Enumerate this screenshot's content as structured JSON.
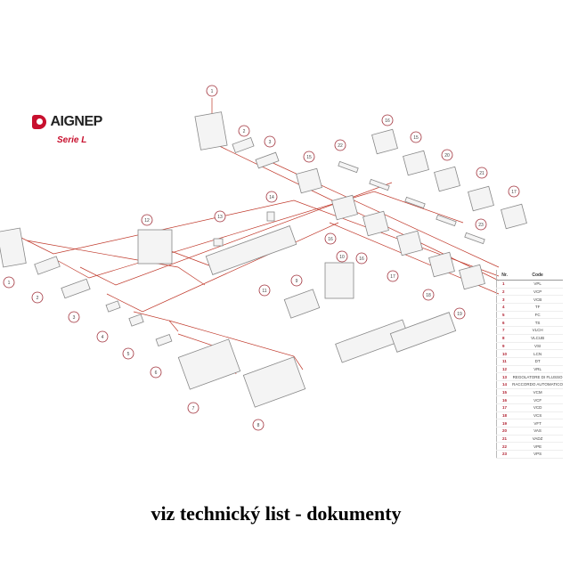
{
  "logo": {
    "brand": "AIGNEP",
    "series": "Serie L"
  },
  "callouts": [
    "1",
    "2",
    "3",
    "14",
    "13",
    "12",
    "16",
    "15",
    "22",
    "20",
    "21",
    "17",
    "15",
    "23",
    "11",
    "10",
    "9",
    "16",
    "16",
    "17",
    "18",
    "19",
    "1",
    "2",
    "3",
    "4",
    "5",
    "6",
    "7",
    "8"
  ],
  "table": {
    "headers": {
      "nr": "Nr.",
      "code": "Code"
    },
    "rows": [
      {
        "nr": "1",
        "code": "VPL"
      },
      {
        "nr": "2",
        "code": "VCP"
      },
      {
        "nr": "3",
        "code": "VCB"
      },
      {
        "nr": "4",
        "code": "TF"
      },
      {
        "nr": "5",
        "code": "FC"
      },
      {
        "nr": "6",
        "code": "TS"
      },
      {
        "nr": "7",
        "code": "VLCH"
      },
      {
        "nr": "8",
        "code": "VLCUB"
      },
      {
        "nr": "9",
        "code": "VSI"
      },
      {
        "nr": "10",
        "code": "LCN"
      },
      {
        "nr": "11",
        "code": "DT"
      },
      {
        "nr": "12",
        "code": "VRL"
      },
      {
        "nr": "13",
        "code": "REGOLATORE DI FLUSSO"
      },
      {
        "nr": "14",
        "code": "RACCORDO AUTOMATICO"
      },
      {
        "nr": "15",
        "code": "VCM"
      },
      {
        "nr": "16",
        "code": "VCF"
      },
      {
        "nr": "17",
        "code": "VCD"
      },
      {
        "nr": "18",
        "code": "VCS"
      },
      {
        "nr": "19",
        "code": "VFT"
      },
      {
        "nr": "20",
        "code": "VAS"
      },
      {
        "nr": "21",
        "code": "VADZ"
      },
      {
        "nr": "22",
        "code": "VPE"
      },
      {
        "nr": "23",
        "code": "VPS"
      }
    ]
  },
  "caption": "viz technický list - dokumenty",
  "colors": {
    "leader": "#c0392b",
    "callout": "#a0303a",
    "part": "#888888"
  }
}
